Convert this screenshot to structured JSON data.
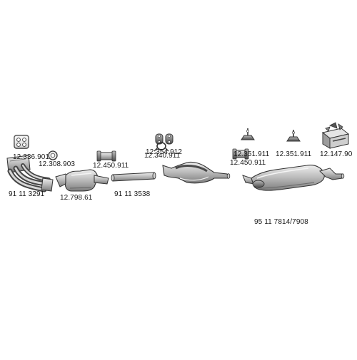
{
  "diagram": {
    "parts": [
      {
        "id": "gasket-manifold",
        "label": "12.336.901"
      },
      {
        "id": "gasket-ring",
        "label": "12.308.903"
      },
      {
        "id": "front-pipe",
        "label": "91 11 3291"
      },
      {
        "id": "catalytic-converter",
        "label": "12.798.61"
      },
      {
        "id": "clamp-front",
        "label": "12.450.911"
      },
      {
        "id": "intermediate-pipe",
        "label": "91 11 3538"
      },
      {
        "id": "rubber-mount-pair",
        "label": "12.354.912"
      },
      {
        "id": "pipe-clip",
        "label": "12.340.911"
      },
      {
        "id": "clamp-rear",
        "label": "12.450.911"
      },
      {
        "id": "hanger-left",
        "label": "12.351.911"
      },
      {
        "id": "hanger-right",
        "label": "12.351.911"
      },
      {
        "id": "mounting-kit",
        "label": "12.147.90"
      },
      {
        "id": "rear-silencer",
        "label": "95 11 7814/7908"
      }
    ],
    "colors": {
      "part_fill": "#c9c9c9",
      "part_stroke": "#3a3a3a",
      "shadow": "#8a8a8a"
    }
  }
}
